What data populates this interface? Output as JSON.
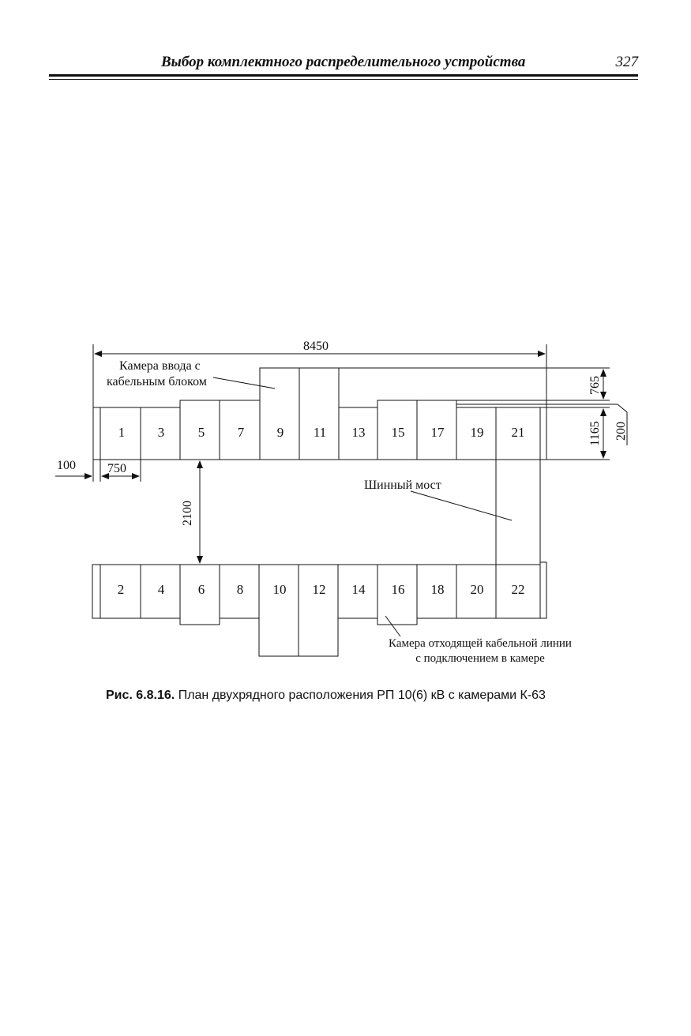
{
  "header": {
    "title": "Выбор комплектного распределительного устройства",
    "page_number": "327"
  },
  "figure": {
    "top_row_cells": [
      "1",
      "3",
      "5",
      "7",
      "9",
      "11",
      "13",
      "15",
      "17",
      "19",
      "21"
    ],
    "bottom_row_cells": [
      "2",
      "4",
      "6",
      "8",
      "10",
      "12",
      "14",
      "16",
      "18",
      "20",
      "22"
    ],
    "dimensions": {
      "overall_length": "8450",
      "tall_cell_extra": "765",
      "row_depth": "1165",
      "bus_bridge_offset": "200",
      "wall_gap": "100",
      "cell_width": "750",
      "aisle": "2100"
    },
    "labels": {
      "input_cell_line1": "Камера ввода с",
      "input_cell_line2": "кабельным блоком",
      "bus_bridge": "Шинный мост",
      "outgoing_line1": "Камера отходящей кабельной линии",
      "outgoing_line2": "с подключением в камере"
    }
  },
  "caption": {
    "label": "Рис. 6.8.16.",
    "text": "План двухрядного расположения РП 10(6) кВ с камерами К-63"
  }
}
